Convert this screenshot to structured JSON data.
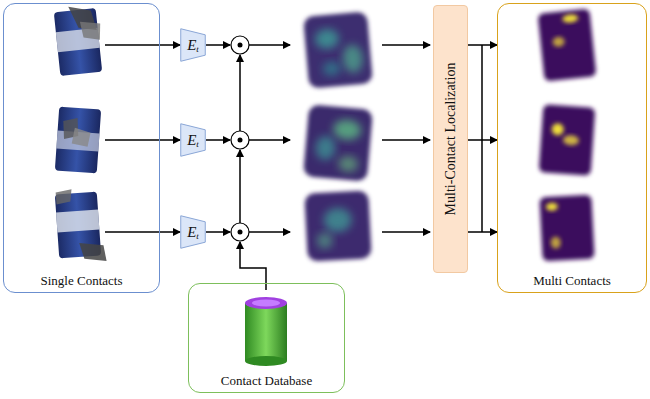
{
  "diagram": {
    "nodes": [
      {
        "text": [
          "Single Contacts"
        ]
      },
      {
        "text": [
          "E",
          "t"
        ]
      },
      {
        "text": [
          "E",
          "t"
        ]
      },
      {
        "text": [
          "E",
          "t"
        ]
      },
      {
        "text": [
          "Multi-Contact Localization"
        ]
      },
      {
        "text": [
          "Multi Contacts"
        ]
      },
      {
        "text": [
          "Contact Database"
        ]
      }
    ],
    "edges": [
      {
        "from": 0,
        "to": 1,
        "arrow": "to"
      },
      {
        "from": 0,
        "to": 2,
        "arrow": "to"
      },
      {
        "from": 0,
        "to": 3,
        "arrow": "to"
      },
      {
        "from": 4,
        "to": 5,
        "arrow": "to"
      }
    ]
  }
}
